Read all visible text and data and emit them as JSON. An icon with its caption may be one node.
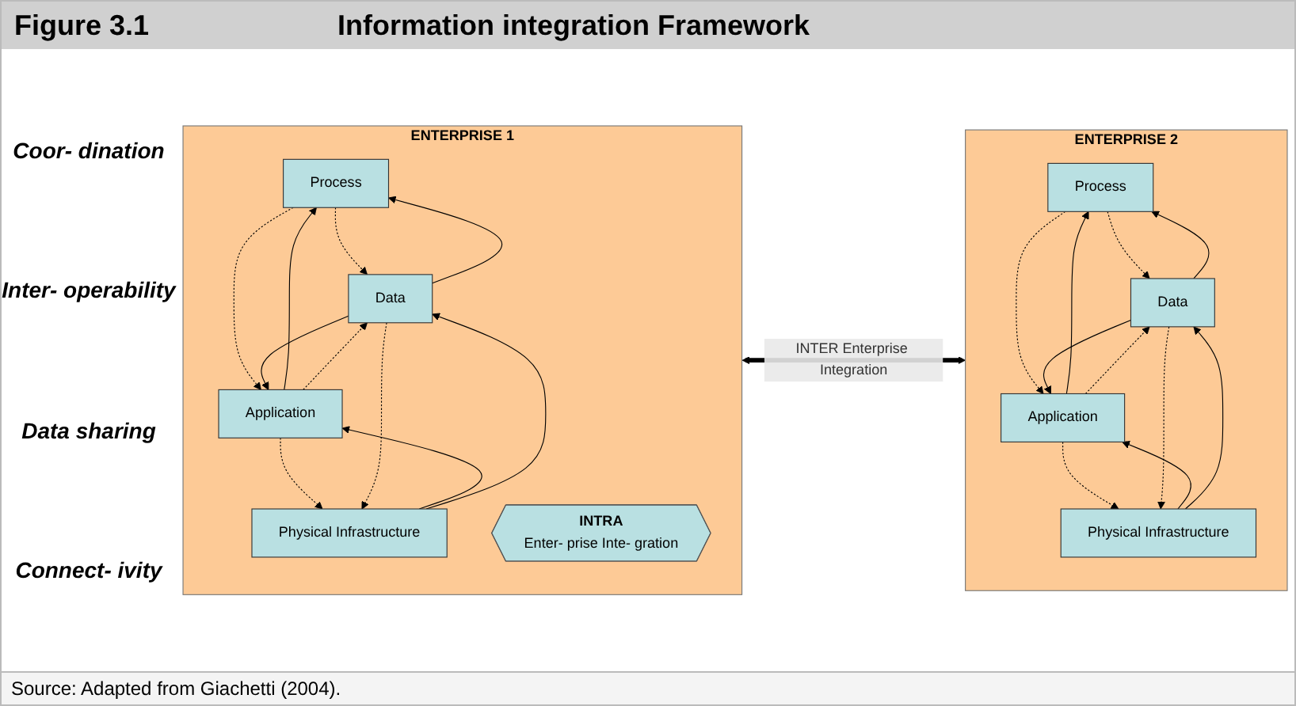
{
  "diagram": {
    "title": "Information integration Framework",
    "caption": "Source: Adapted from Giachetti (2004).",
    "nodes": [
      {
        "text": [
          "ENTERPRISE 1"
        ]
      },
      {
        "text": [
          "Process"
        ],
        "in": 0
      },
      {
        "text": [
          "Application"
        ],
        "in": 0
      },
      {
        "text": [
          "Data"
        ],
        "in": 0
      },
      {
        "text": [
          "Physical Infrastructure"
        ],
        "in": 0
      },
      {
        "text": [
          "INTRA",
          "Enter- prise Inte- gration"
        ],
        "in": 0
      },
      {
        "text": [
          "ENTERPRISE 2"
        ]
      },
      {
        "text": [
          "Process"
        ],
        "in": 6
      },
      {
        "text": [
          "Application"
        ],
        "in": 6
      },
      {
        "text": [
          "Data"
        ],
        "in": 6
      },
      {
        "text": [
          "Physical Infrastructure"
        ],
        "in": 6
      }
    ],
    "edges": [
      {
        "from": 1,
        "to": 3,
        "arrow": "to",
        "style": "dashed"
      },
      {
        "from": 3,
        "to": 1,
        "arrow": "to"
      },
      {
        "from": 1,
        "to": 2,
        "arrow": "to",
        "style": "dashed"
      },
      {
        "from": 2,
        "to": 1,
        "arrow": "to"
      },
      {
        "from": 2,
        "to": 3,
        "arrow": "to",
        "style": "dashed"
      },
      {
        "from": 3,
        "to": 2,
        "arrow": "to"
      },
      {
        "from": 4,
        "to": 2,
        "arrow": "to"
      },
      {
        "from": 2,
        "to": 4,
        "arrow": "to",
        "style": "dashed"
      },
      {
        "from": 3,
        "to": 4,
        "arrow": "to",
        "style": "dashed"
      },
      {
        "from": 4,
        "to": 3,
        "arrow": "to"
      },
      {
        "from": 0,
        "to": 6,
        "arrow": "both",
        "label": "INTER Enterprise Integration",
        "style": "thick"
      },
      {
        "from": 7,
        "to": 9,
        "arrow": "to",
        "style": "dashed"
      },
      {
        "from": 9,
        "to": 7,
        "arrow": "to"
      },
      {
        "from": 7,
        "to": 8,
        "arrow": "to",
        "style": "dashed"
      },
      {
        "from": 8,
        "to": 7,
        "arrow": "to"
      },
      {
        "from": 8,
        "to": 9,
        "arrow": "to",
        "style": "dashed"
      },
      {
        "from": 9,
        "to": 8,
        "arrow": "to"
      },
      {
        "from": 10,
        "to": 8,
        "arrow": "to"
      },
      {
        "from": 8,
        "to": 10,
        "arrow": "to",
        "style": "dashed"
      },
      {
        "from": 9,
        "to": 10,
        "arrow": "to",
        "style": "dashed"
      },
      {
        "from": 10,
        "to": 9,
        "arrow": "to"
      }
    ],
    "labels": [
      "Figure 3.1",
      "Coor- dination",
      "Inter- operability",
      "Data sharing",
      "Connect- ivity"
    ]
  }
}
